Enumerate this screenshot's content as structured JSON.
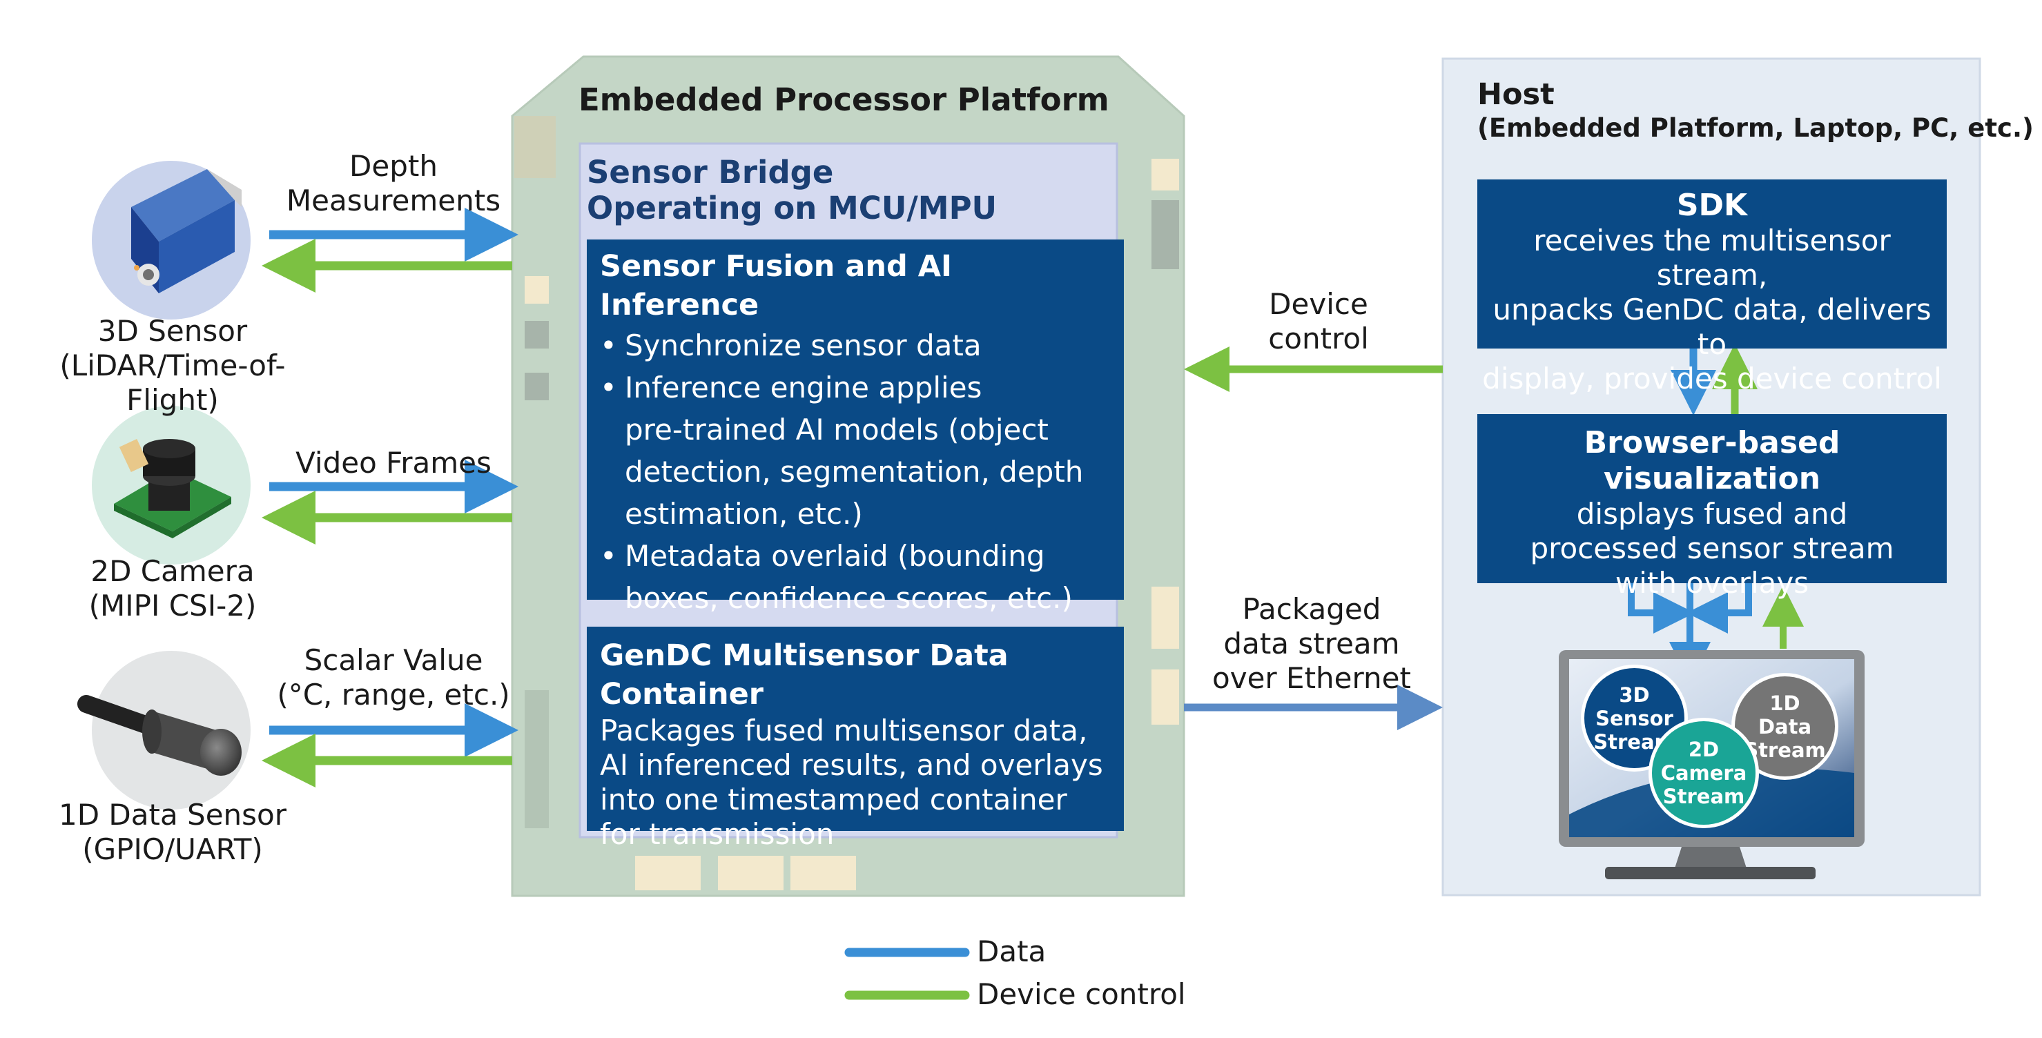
{
  "colors": {
    "data_arrow": "#3a8fd6",
    "control_arrow": "#7cc142",
    "dark_box": "#0a4a86",
    "bridge_panel": "#d5daf0",
    "board_green": "#c4d6c6",
    "host_panel": "#e5ecf4",
    "stream_3d": "#0a4a86",
    "stream_2d": "#1aa596",
    "stream_1d": "#757575"
  },
  "sensors": [
    {
      "name_line1": "3D Sensor",
      "name_line2": "(LiDAR/Time-of-Flight)",
      "icon": "lidar-sensor-icon"
    },
    {
      "name_line1": "2D Camera",
      "name_line2": "(MIPI CSI-2)",
      "icon": "camera-module-icon"
    },
    {
      "name_line1": "1D Data Sensor",
      "name_line2": "(GPIO/UART)",
      "icon": "cylindrical-sensor-icon"
    }
  ],
  "links": {
    "depth_line1": "Depth",
    "depth_line2": "Measurements",
    "video": "Video Frames",
    "scalar_line1": "Scalar Value",
    "scalar_line2": "(°C, range, etc.)",
    "device_control_line1": "Device",
    "device_control_line2": "control",
    "packaged_line1": "Packaged",
    "packaged_line2": "data stream",
    "packaged_line3": "over Ethernet"
  },
  "platform": {
    "title": "Embedded Processor Platform",
    "bridge_title_line1": "Sensor Bridge",
    "bridge_title_line2": "Operating on MCU/MPU",
    "fusion": {
      "title": "Sensor Fusion and AI Inference",
      "bullet1": "Synchronize sensor data",
      "bullet2_line1": "Inference engine applies",
      "bullet2_line2": "pre-trained AI models (object",
      "bullet2_line3": "detection, segmentation, depth",
      "bullet2_line4": "estimation, etc.)",
      "bullet3_line1": "Metadata overlaid (bounding",
      "bullet3_line2": "boxes, confidence scores, etc.)"
    },
    "gendc": {
      "title": "GenDC Multisensor Data Container",
      "line1": "Packages fused multisensor data,",
      "line2": "AI inferenced results, and overlays",
      "line3": "into one timestamped container",
      "line4": "for transmission"
    }
  },
  "host": {
    "title": "Host",
    "subtitle": "(Embedded Platform, Laptop, PC, etc.)",
    "sdk": {
      "title": "SDK",
      "line1": "receives the multisensor stream,",
      "line2": "unpacks GenDC data, delivers to",
      "line3": "display, provides device control"
    },
    "viz": {
      "title": "Browser-based visualization",
      "line1": "displays fused and",
      "line2": "processed sensor stream",
      "line3": "with overlays"
    },
    "streams": {
      "s3d_line1": "3D",
      "s3d_line2": "Sensor",
      "s3d_line3": "Stream",
      "s2d_line1": "2D",
      "s2d_line2": "Camera",
      "s2d_line3": "Stream",
      "s1d_line1": "1D",
      "s1d_line2": "Data",
      "s1d_line3": "Stream"
    }
  },
  "legend": {
    "data": "Data",
    "control": "Device control"
  }
}
